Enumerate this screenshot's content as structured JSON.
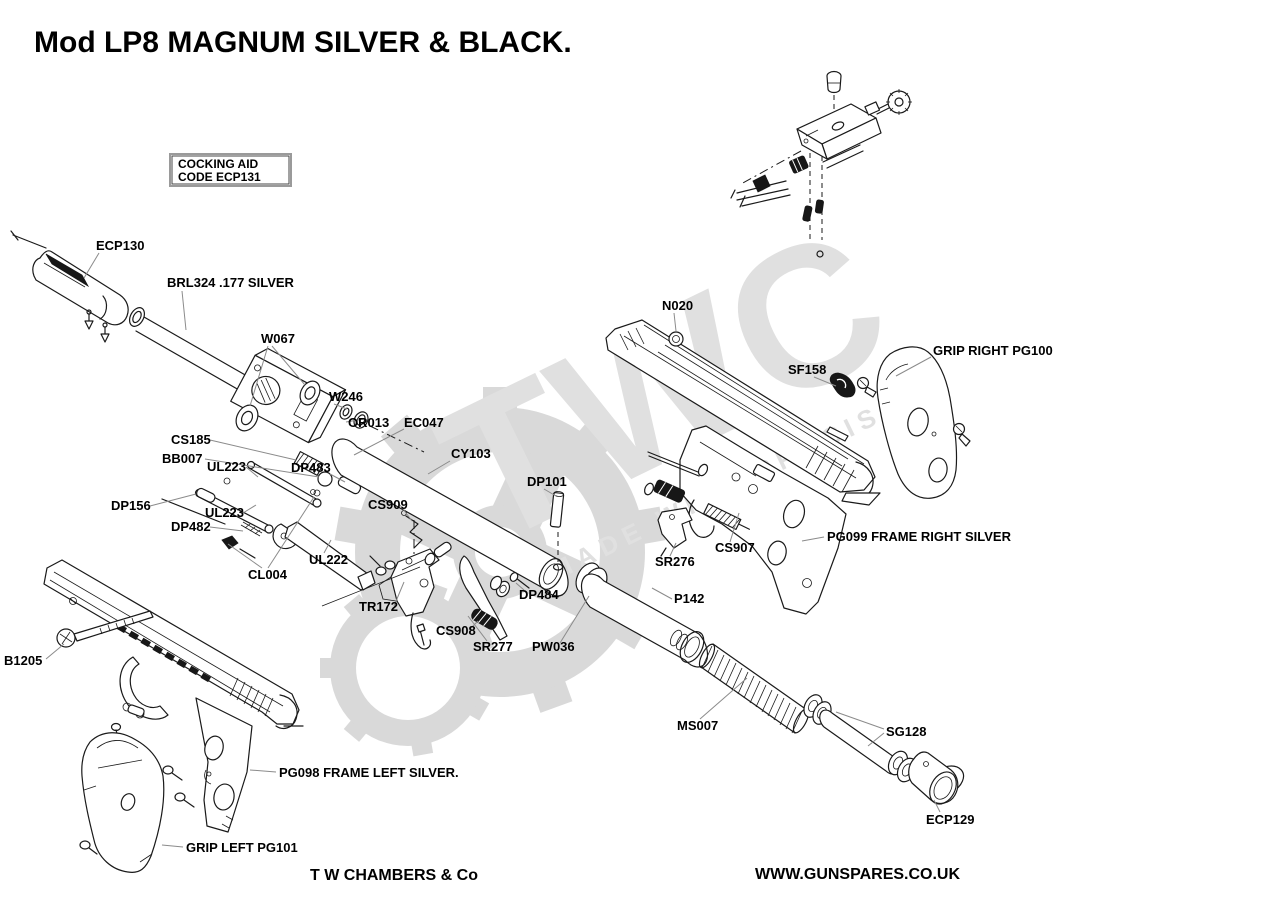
{
  "title": "Mod LP8 MAGNUM SILVER & BLACK.",
  "note_box": {
    "line1": "COCKING AID",
    "line2": "CODE ECP131"
  },
  "watermark": {
    "logo": "TWC",
    "tagline": "MADE WITH PRECISION"
  },
  "footer": {
    "company": "T W CHAMBERS & Co",
    "website": "WWW.GUNSPARES.CO.UK"
  },
  "parts": [
    {
      "label": "ECP130"
    },
    {
      "label": "BRL324 .177 SILVER"
    },
    {
      "label": "W067"
    },
    {
      "label": "W246"
    },
    {
      "label": "OR013"
    },
    {
      "label": "EC047"
    },
    {
      "label": "CS185"
    },
    {
      "label": "BB007"
    },
    {
      "label": "UL223"
    },
    {
      "label": "DP483"
    },
    {
      "label": "CY103"
    },
    {
      "label": "DP156"
    },
    {
      "label": "UL223"
    },
    {
      "label": "DP482"
    },
    {
      "label": "CL004"
    },
    {
      "label": "UL222"
    },
    {
      "label": "CS909"
    },
    {
      "label": "DP101"
    },
    {
      "label": "TR172"
    },
    {
      "label": "CS908"
    },
    {
      "label": "SR277"
    },
    {
      "label": "DP484"
    },
    {
      "label": "PW036"
    },
    {
      "label": "N020"
    },
    {
      "label": "SF158"
    },
    {
      "label": "GRIP RIGHT PG100"
    },
    {
      "label": "SR276"
    },
    {
      "label": "CS907"
    },
    {
      "label": "PG099 FRAME RIGHT SILVER"
    },
    {
      "label": "P142"
    },
    {
      "label": "MS007"
    },
    {
      "label": "SG128"
    },
    {
      "label": "ECP129"
    },
    {
      "label": "B1205"
    },
    {
      "label": "PG098 FRAME LEFT SILVER."
    },
    {
      "label": "GRIP LEFT PG101"
    }
  ]
}
